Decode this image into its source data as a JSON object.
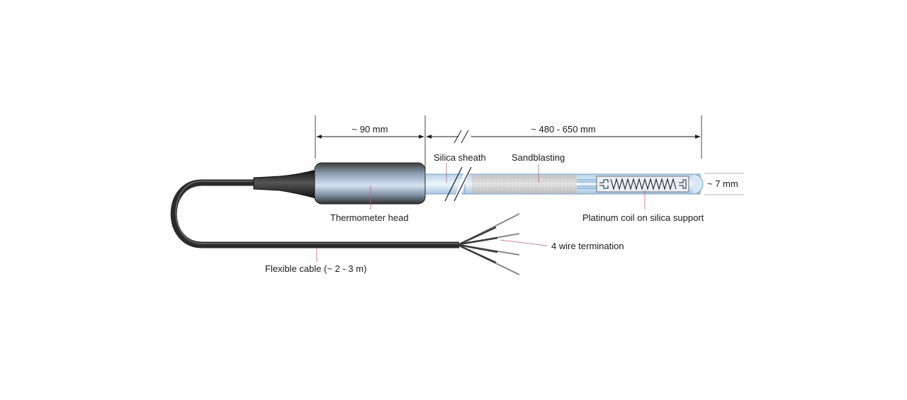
{
  "dimensions": {
    "head_length": "~ 90 mm",
    "sheath_length": "~ 480 - 650 mm",
    "diameter": "~ 7 mm"
  },
  "labels": {
    "silica_sheath": "Silica sheath",
    "sandblasting": "Sandblasting",
    "thermometer_head": "Thermometer head",
    "platinum_coil": "Platinum coil on silica support",
    "wire_termination": "4 wire termination",
    "flexible_cable": "Flexible cable (~ 2 - 3 m)"
  },
  "colors": {
    "ink": "#1a1a1a",
    "leader": "#c0607a",
    "cable": "#2b2b2b",
    "silica": "#dbeaf6",
    "coil_wire": "#2a6fb5"
  }
}
